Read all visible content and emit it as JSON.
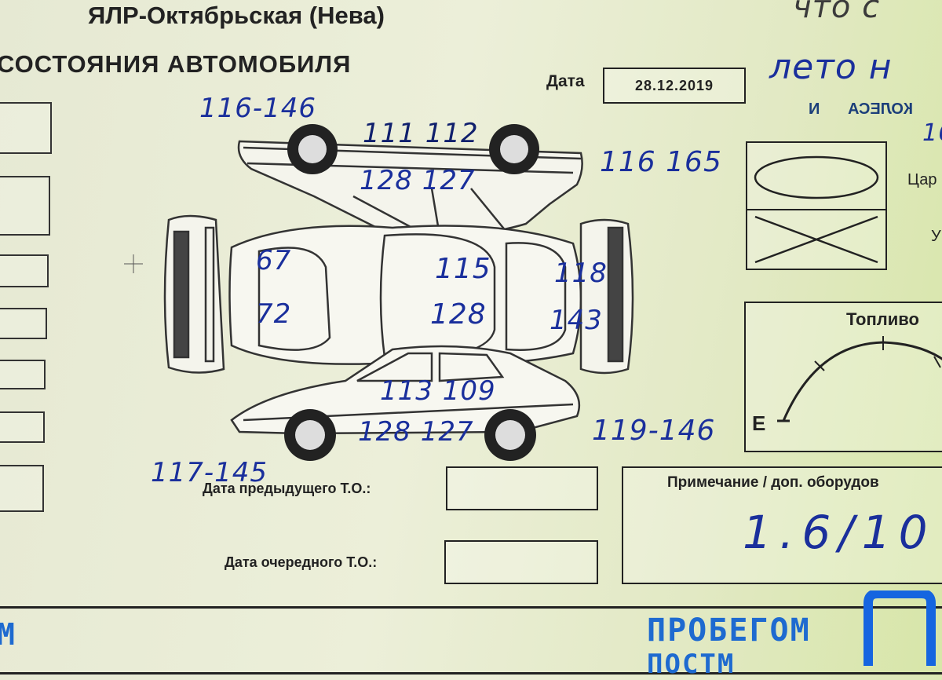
{
  "header": {
    "dealer": "ЯЛР-Октябрьская (Нева)",
    "section_title": "СОСТОЯНИЯ АВТОМОБИЛЯ",
    "date_label": "Дата",
    "date_value": "28.12.2019"
  },
  "handwriting": {
    "top_right_1": "что с",
    "top_right_2": "лето н",
    "top_right_3": "16",
    "roof_rear": "116-146",
    "roof_front": "116 165",
    "roof_upper": "111 112",
    "roof_lower": "128 127",
    "trunk_top": "67",
    "trunk_bottom": "72",
    "roof_center_top": "115",
    "roof_center_bottom": "128",
    "hood_top": "118",
    "hood_bottom": "143",
    "side_upper": "113 109",
    "side_lower": "128 127",
    "side_front": "119-146",
    "side_rear": "117-145",
    "note_value": "1.6/10"
  },
  "wheels": {
    "label_top": "И",
    "label_mirrored": "КОЛЕСА",
    "label_cap": "Цар",
    "label_u": "У"
  },
  "fuel": {
    "label": "Топливо",
    "empty_mark": "E"
  },
  "prev_service": {
    "label": "Дата предыдущего Т.О.:",
    "value": ""
  },
  "next_service": {
    "label": "Дата очередного Т.О.:",
    "value": ""
  },
  "notes": {
    "label": "Примечание / доп. оборудов"
  },
  "footer": {
    "left_fragment": "M",
    "stamp_line1": "ПРОБЕГОМ",
    "stamp_line2": "ПОСТМ"
  },
  "colors": {
    "ink_blue": "#1a2f9c",
    "stamp_blue": "#1e6ad0",
    "paper": "#e8ebd5"
  }
}
